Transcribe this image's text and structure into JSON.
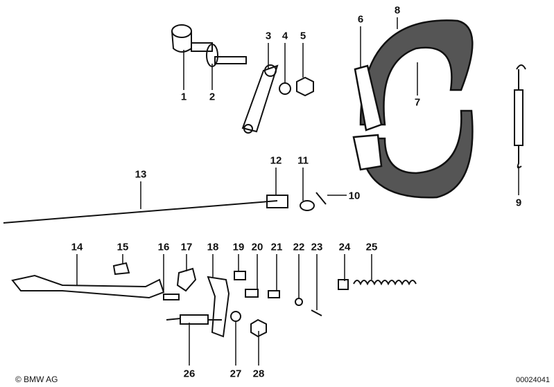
{
  "diagram": {
    "part_numbers": [
      "1",
      "2",
      "3",
      "4",
      "5",
      "6",
      "7",
      "8",
      "9",
      "10",
      "11",
      "12",
      "13",
      "14",
      "15",
      "16",
      "17",
      "18",
      "19",
      "20",
      "21",
      "22",
      "23",
      "24",
      "25",
      "26",
      "27",
      "28"
    ]
  },
  "footer": {
    "copyright": "© BMW AG",
    "diagram_id": "00024041"
  },
  "colors": {
    "ink": "#111111",
    "background": "#ffffff"
  }
}
